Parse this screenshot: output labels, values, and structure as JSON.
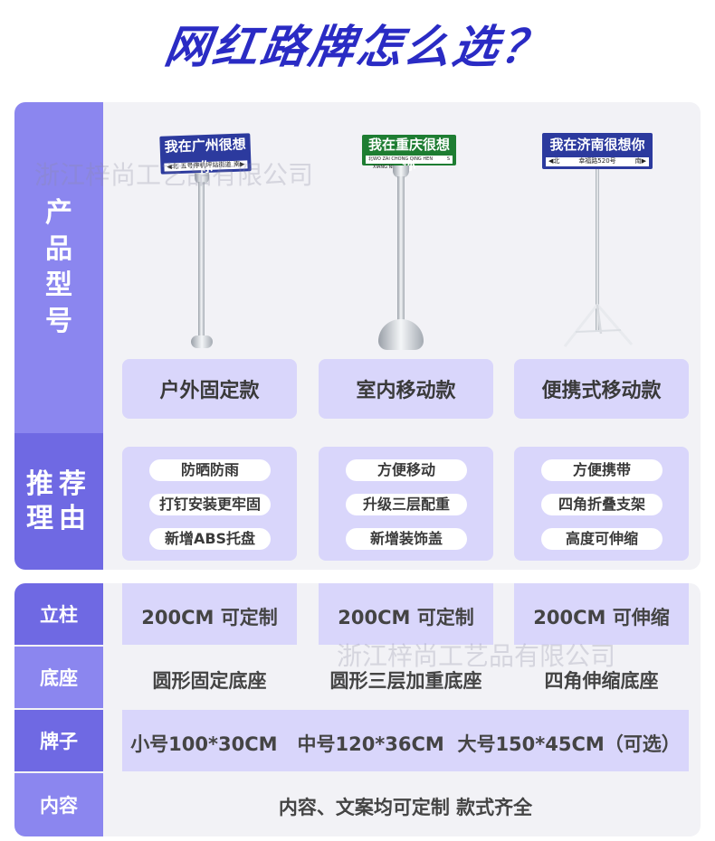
{
  "title": "网红路牌怎么选？",
  "watermark": "浙江梓尚工艺品有限公司",
  "product_section": {
    "label": "产品型号",
    "products": [
      {
        "sign_text": "我在广州很想你",
        "sign_sub_left": "◀北",
        "sign_sub_mid": "五号停机坪站街道",
        "sign_sub_right": "南▶",
        "sign_color": "#2c3a9e",
        "model": "户外固定款"
      },
      {
        "sign_text": "我在重庆很想你",
        "sign_sub_left": "北",
        "sign_sub_mid": "WO ZAI CHONG QING HEN XIANG NI",
        "sign_sub_right": "S",
        "sign_color": "#1e7d32",
        "model": "室内移动款"
      },
      {
        "sign_text": "我在济南很想你",
        "sign_sub_left": "◀北",
        "sign_sub_mid": "幸福路520号",
        "sign_sub_right": "南▶",
        "sign_color": "#2c3a9e",
        "model": "便携式移动款"
      }
    ]
  },
  "reason_section": {
    "label": "推荐理由",
    "columns": [
      [
        "防晒防雨",
        "打钉安装更牢固",
        "新增ABS托盘"
      ],
      [
        "方便移动",
        "升级三层配重",
        "新增装饰盖"
      ],
      [
        "方便携带",
        "四角折叠支架",
        "高度可伸缩"
      ]
    ]
  },
  "spec_rows": [
    {
      "label": "立柱",
      "values": [
        "200CM 可定制",
        "200CM 可定制",
        "200CM 可伸缩"
      ]
    },
    {
      "label": "底座",
      "values": [
        "圆形固定底座",
        "圆形三层加重底座",
        "四角伸缩底座"
      ]
    },
    {
      "label": "牌子",
      "value": "小号100*30CM   中号120*36CM  大号150*45CM（可选）"
    },
    {
      "label": "内容",
      "value": "内容、文案均可定制 款式齐全"
    }
  ]
}
